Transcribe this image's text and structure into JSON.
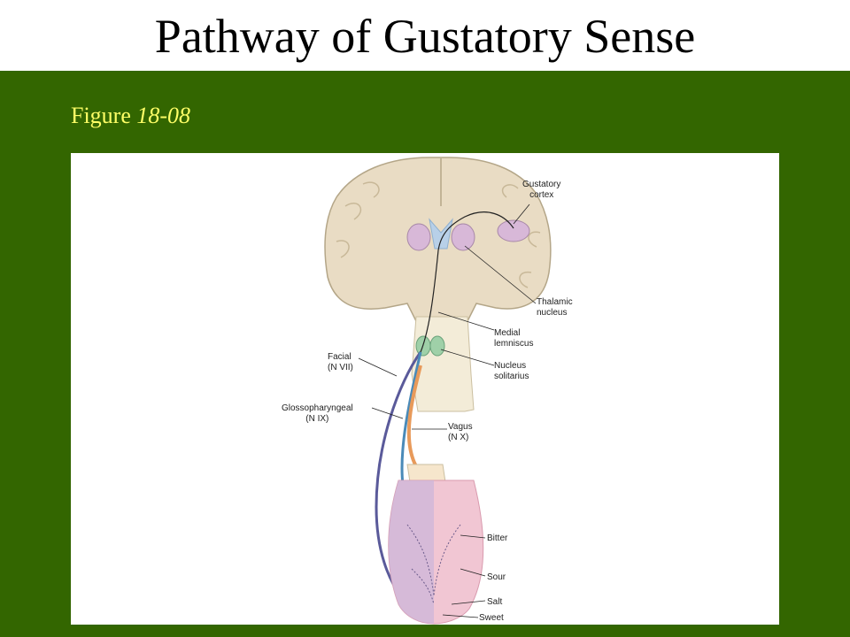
{
  "title": "Pathway of Gustatory Sense",
  "figure": {
    "prefix": "Figure",
    "number": "18-08"
  },
  "labels": {
    "gustatory_cortex": [
      "Gustatory",
      "cortex"
    ],
    "thalamic_nucleus": [
      "Thalamic",
      "nucleus"
    ],
    "medial_lemniscus": [
      "Medial",
      "lemniscus"
    ],
    "nucleus_solitarius": [
      "Nucleus",
      "solitarius"
    ],
    "facial": [
      "Facial",
      "(N VII)"
    ],
    "glossopharyngeal": [
      "Glossopharyngeal",
      "(N IX)"
    ],
    "vagus": [
      "Vagus",
      "(N X)"
    ],
    "bitter": "Bitter",
    "sour": "Sour",
    "salt": "Salt",
    "sweet": "Sweet"
  },
  "colors": {
    "slide_background": "#336600",
    "figure_label": "#ffff66",
    "facial_nerve": "#5a5a9a",
    "glossopharyngeal_nerve": "#4a8ab8",
    "vagus_nerve": "#e89a5a",
    "nucleus": "#9fd0a8",
    "thalamus": "#d8b8d8"
  }
}
